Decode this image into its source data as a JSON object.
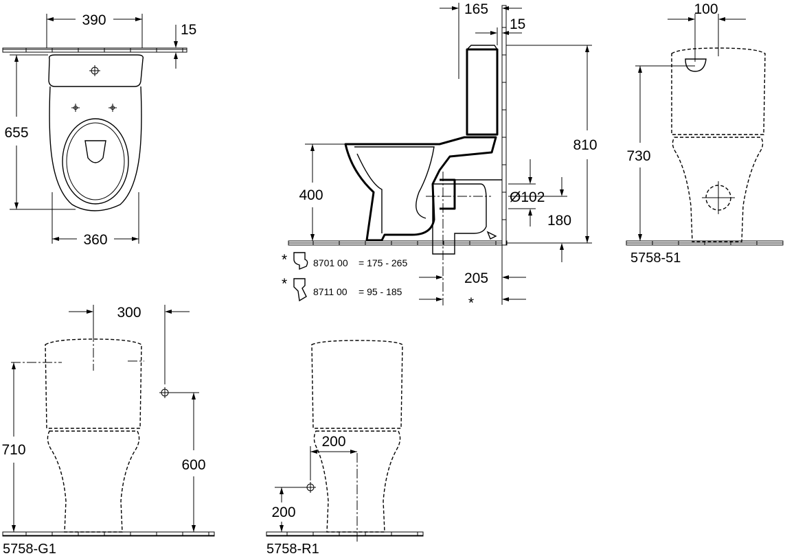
{
  "top_view": {
    "width_top": "390",
    "tank_gap": "15",
    "depth": "655",
    "width_bottom": "360"
  },
  "side_view": {
    "tank_depth": "165",
    "wall_gap": "15",
    "total_height": "810",
    "seat_height": "400",
    "outlet_diameter": "Ø102",
    "outlet_height": "180",
    "outlet_distance": "205",
    "adjustable_marker": "*",
    "fittings": [
      {
        "marker": "*",
        "code": "8701 00",
        "range": "= 175 -  265"
      },
      {
        "marker": "*",
        "code": "8711 00",
        "range": "=  95 -  185"
      }
    ]
  },
  "variant_51": {
    "label": "5758-51",
    "inlet_offset": "100",
    "height": "730"
  },
  "variant_g1": {
    "label": "5758-G1",
    "inlet_offset": "300",
    "tank_height": "710",
    "supply_height": "600"
  },
  "variant_r1": {
    "label": "5758-R1",
    "supply_offset": "200",
    "supply_height": "200"
  }
}
